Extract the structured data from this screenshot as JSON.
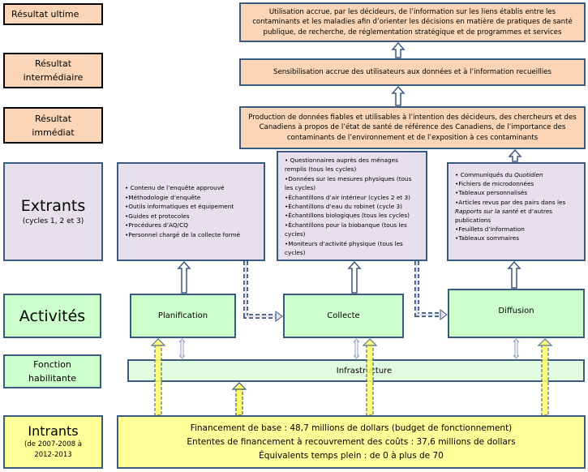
{
  "labels": {
    "ultimate": "Résultat ultime",
    "intermediate_line1": "Résultat",
    "intermediate_line2": "intermédiaire",
    "immediate_line1": "Résultat",
    "immediate_line2": "immédiat",
    "outputs_title": "Extrants",
    "outputs_sub": "(cycles 1, 2 et 3)",
    "activities": "Activités",
    "enabling_line1": "Fonction",
    "enabling_line2": "habilitante",
    "inputs_title": "Intrants",
    "inputs_sub_line1": "(de 2007-2008 à",
    "inputs_sub_line2": "2012-2013"
  },
  "outcomes": {
    "ultimate": "Utilisation accrue, par les décideurs, de l’information sur les liens établis entre les contaminants et les maladies afin d’orienter les décisions en matière de pratiques de santé publique, de recherche, de réglementation stratégique et de programmes et services",
    "intermediate": "Sensibilisation accrue des utilisateurs aux données et à l’information recueillies",
    "immediate": "Production de données fiables et utilisables à l’intention des décideurs, des chercheurs et des Canadiens à propos de l’état de santé de référence des Canadiens, de l’importance des contaminants de l’environnement et de l’exposition à ces contaminants"
  },
  "outputs": {
    "planning": [
      "• Contenu de l’enquête approuvé",
      "•Méthodologie d’enquête",
      "•Outils informatiques et équipement",
      "•Guides et protocoles",
      "•Procédures d’AQ/CQ",
      "•Personnel chargé de la collecte formé"
    ],
    "collection": [
      "• Questionnaires auprès des ménages remplis (tous les cycles)",
      "•Données sur les mesures physiques (tous les cycles)",
      "•Échantillons d’air intérieur (cycles 2 et 3)",
      "•Échantillons d’eau du robinet (cycle 3)",
      "•Échantillons biologiques (tous les cycles)",
      "•Échantillons pour la biobanque (tous les cycles)",
      "•Moniteurs d’activité physique (tous les cycles)"
    ],
    "dissemination": {
      "item1_prefix": "• Communiqués du ",
      "item1_italic": "Quotidien",
      "item2": "•Fichiers de microdonnées",
      "item3": "•Tableaux personnalisés",
      "item4_prefix": "•Articles revus par des pairs dans les ",
      "item4_italic": "Rapports sur la santé",
      "item4_suffix": " et d’autres publications",
      "item5": "•Feuillets d’information",
      "item6": "•Tableaux sommaires"
    }
  },
  "activities": {
    "planning": "Planification",
    "collection": "Collecte",
    "dissemination": "Diffusion"
  },
  "enabling": {
    "infrastructure": "Infrastructure"
  },
  "inputs": {
    "line1": "Financement de base : 48,7 millions  de dollars (budget de fonctionnement)",
    "line2": "Ententes de financement  à recouvrement des coûts : 37,6 millions de dollars",
    "line3": "Équivalents temps plein : de 0 à plus de 70"
  },
  "colors": {
    "outcome_fill": "#fbd5b5",
    "output_fill": "#e5e0ec",
    "activity_fill": "#ccffcc",
    "enabling_fill": "#e0fbe0",
    "input_fill": "#ffff99",
    "border": "#3b5a80"
  }
}
